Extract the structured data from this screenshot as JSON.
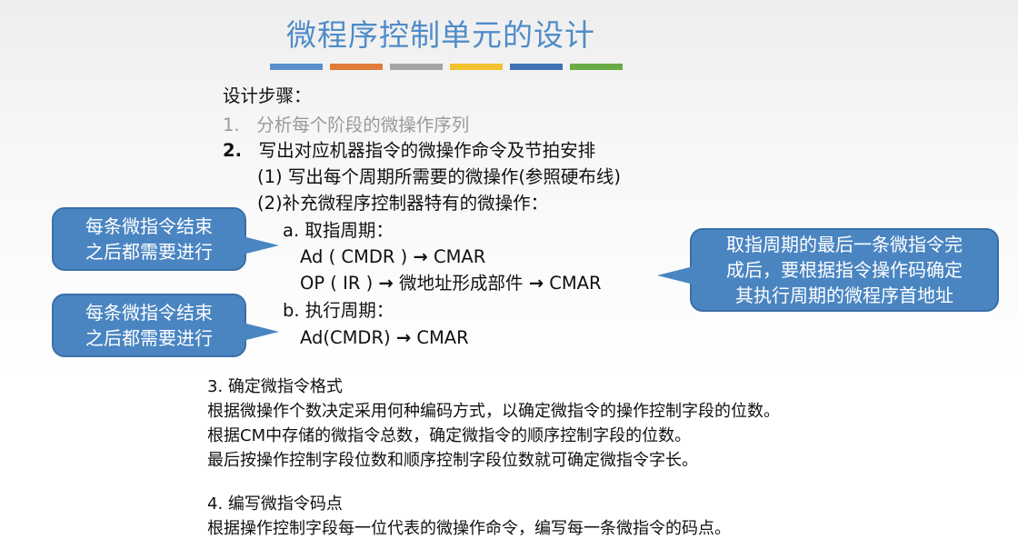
{
  "title": "微程序控制单元的设计",
  "bar_colors": [
    "#5b8fc9",
    "#e07b39",
    "#a5a5a5",
    "#f2c12e",
    "#3f72b5",
    "#6aab45"
  ],
  "heading": "设计步骤：",
  "step1": {
    "num": "1.",
    "text": "分析每个阶段的微操作序列"
  },
  "step2": {
    "num": "2.",
    "text": "写出对应机器指令的微操作命令及节拍安排"
  },
  "step2_sub1": "(1) 写出每个周期所需要的微操作(参照硬布线)",
  "step2_sub2": "(2)补充微程序控制器特有的微操作：",
  "fetch": {
    "label": "a. 取指周期：",
    "line1a": "Ad ( CMDR )",
    "line1b": "CMAR",
    "line2a": "OP ( IR )",
    "line2b": "微地址形成部件",
    "line2c": "CMAR"
  },
  "exec": {
    "label": "b. 执行周期：",
    "line1a": "Ad(CMDR)",
    "line1b": "CMAR"
  },
  "arrow_glyph": "→",
  "callouts": {
    "left1": [
      "每条微指令结束",
      "之后都需要进行"
    ],
    "left2": [
      "每条微指令结束",
      "之后都需要进行"
    ],
    "right": [
      "取指周期的最后一条微指令完",
      "成后，要根据指令操作码确定",
      "其执行周期的微程序首地址"
    ]
  },
  "step3": {
    "title": "3.  确定微指令格式",
    "lines": [
      "根据微操作个数决定采用何种编码方式，以确定微指令的操作控制字段的位数。",
      "根据CM中存储的微指令总数，确定微指令的顺序控制字段的位数。",
      "最后按操作控制字段位数和顺序控制字段位数就可确定微指令字长。"
    ]
  },
  "step4": {
    "title": "4.  编写微指令码点",
    "lines": [
      "根据操作控制字段每一位代表的微操作命令，编写每一条微指令的码点。"
    ]
  }
}
